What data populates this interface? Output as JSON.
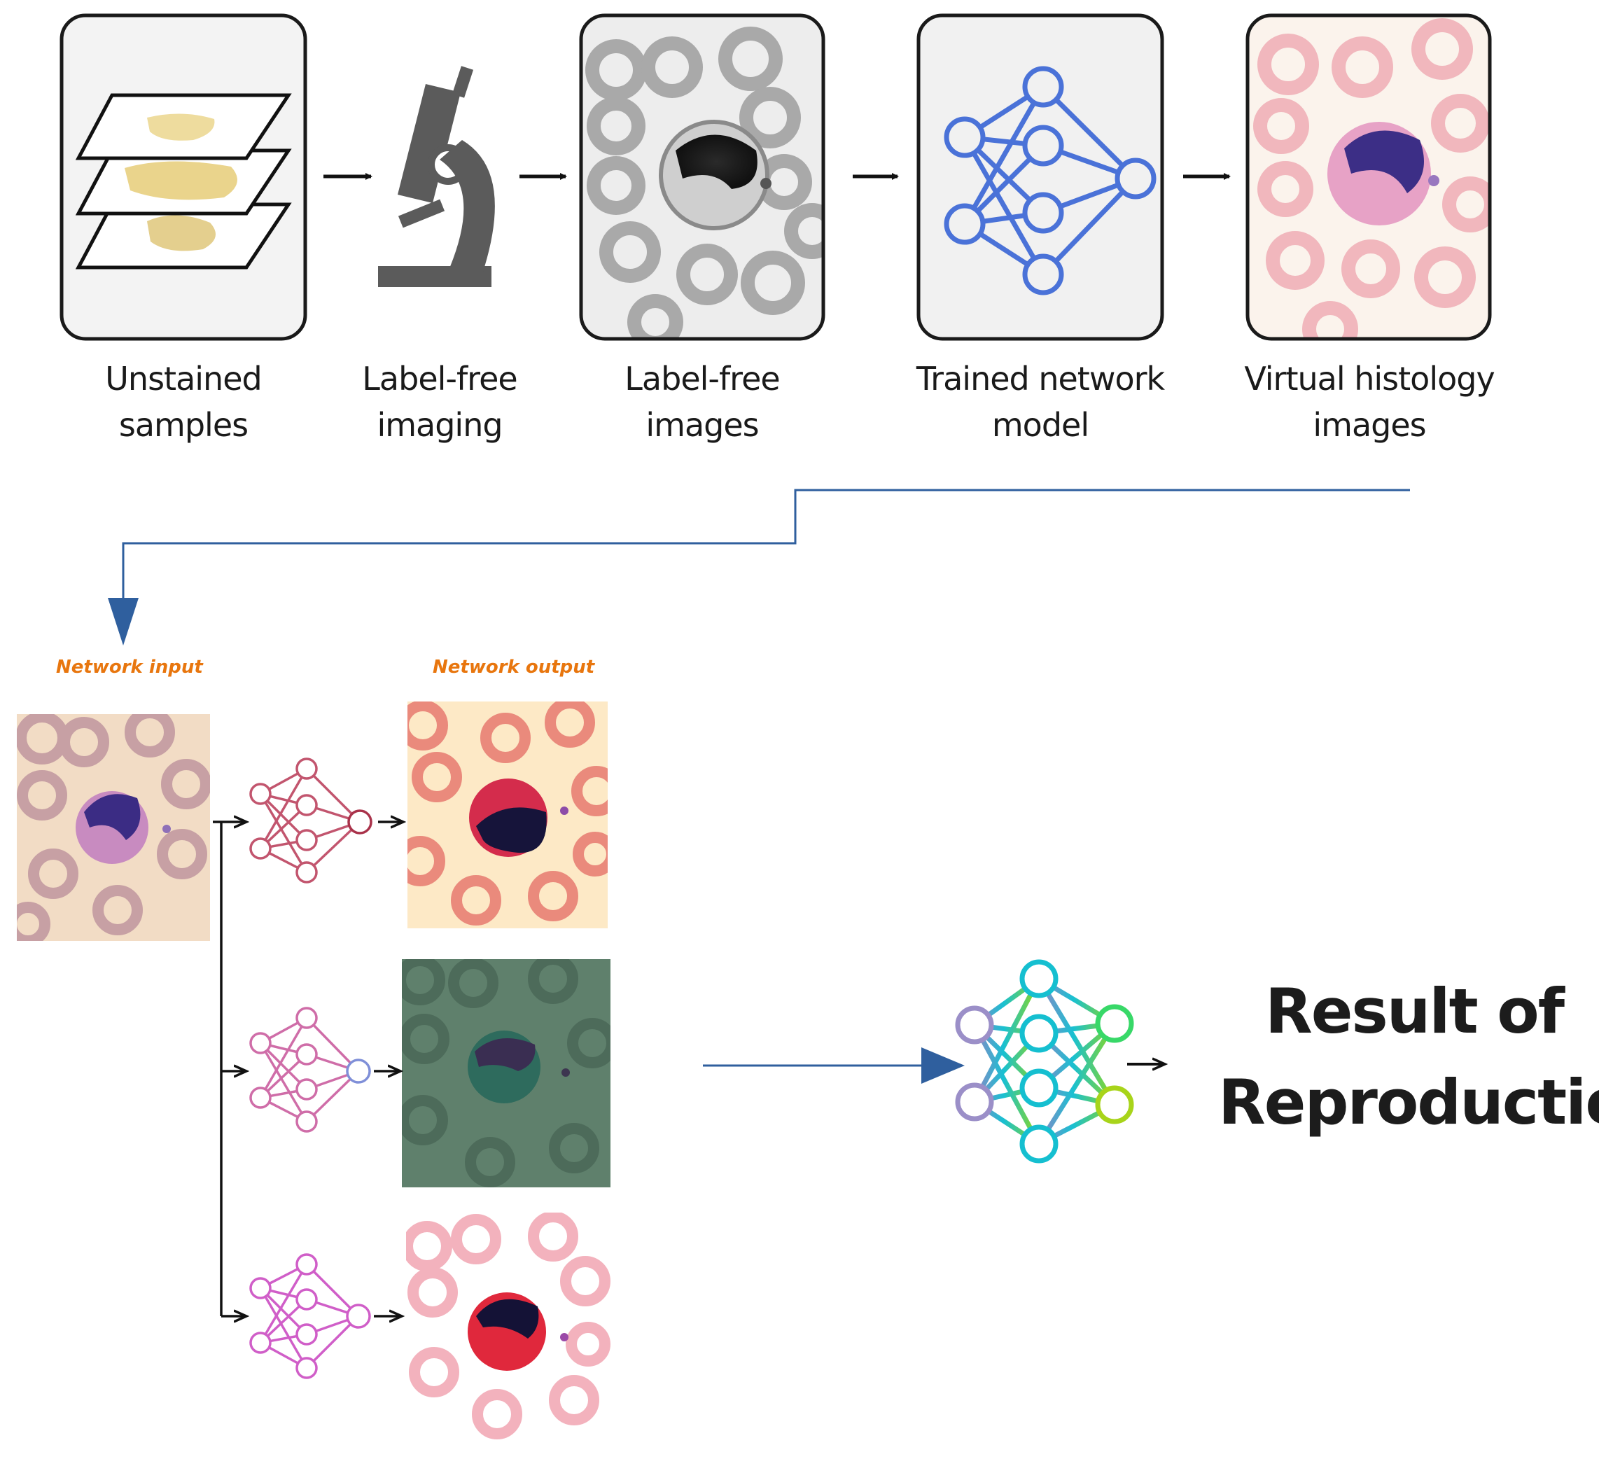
{
  "steps": [
    {
      "line1": "Unstained",
      "line2": "samples"
    },
    {
      "line1": "Label-free",
      "line2": "imaging"
    },
    {
      "line1": "Label-free",
      "line2": "images"
    },
    {
      "line1": "Trained network",
      "line2": "model"
    },
    {
      "line1": "Virtual histology",
      "line2": "images"
    }
  ],
  "captions": {
    "network_input": "Network input",
    "network_output": "Network output"
  },
  "result": {
    "line1": "Result of",
    "line2": "Reproduction"
  },
  "colors": {
    "arrow_blue": "#2f5f9e",
    "network_blue": "#4a72d8",
    "network_pink": "#d0669a",
    "caption_orange": "#e8760e"
  }
}
